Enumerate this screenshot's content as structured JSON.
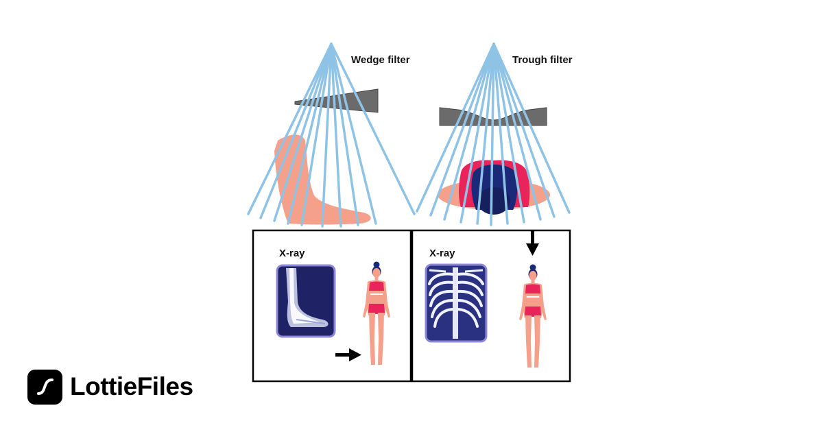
{
  "labels": {
    "wedge_filter": "Wedge filter",
    "trough_filter": "Trough filter",
    "xray_left": "X-ray",
    "xray_right": "X-ray"
  },
  "brand": {
    "name": "LottieFiles"
  },
  "colors": {
    "beam": "#8fc3e6",
    "filter": "#6b6b6b",
    "skin": "#f4a08a",
    "body_red": "#e8245a",
    "navy": "#1a2a78",
    "xray_bg": "#1f2366",
    "xray_border": "#8e87d8",
    "panel_border": "#000000"
  }
}
